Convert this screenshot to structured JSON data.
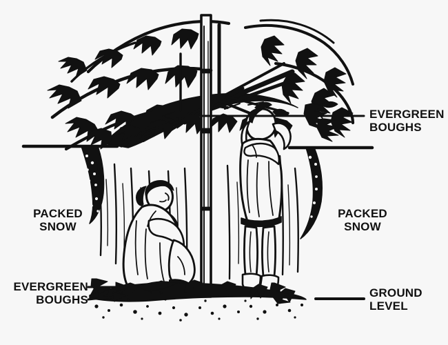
{
  "diagram": {
    "title": "Evergreen bough snow shelter cutaway",
    "background_color": "#f7f7f7",
    "ink_color": "#111111",
    "labels": {
      "evergreen_boughs_top": "EVERGREEN\nBOUGHS",
      "packed_snow_left": "PACKED\nSNOW",
      "packed_snow_right": "PACKED\nSNOW",
      "evergreen_boughs_bottom": "EVERGREEN\nBOUGHS",
      "ground_level": "GROUND\nLEVEL"
    },
    "elements": {
      "center_pole": "center-support-pole",
      "roof": "criss-crossed-pole-roof",
      "canopy": "drooping-evergreen-branches",
      "snow_wall_left": "packed-snow-wall-left",
      "snow_wall_right": "packed-snow-wall-right",
      "figure_seated": "seated-person-in-parka",
      "figure_standing": "standing-person-placing-boughs",
      "floor": "evergreen-bough-bedding",
      "ground": "stippled-ground-line"
    }
  }
}
